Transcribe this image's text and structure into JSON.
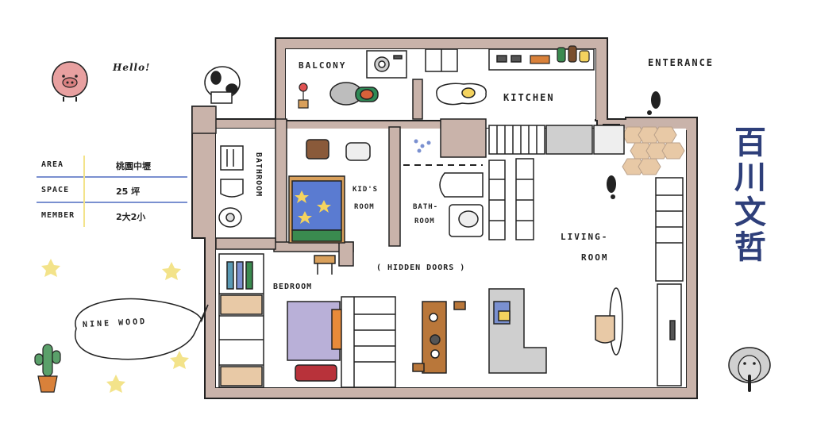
{
  "greeting": "Hello!",
  "info": [
    {
      "key": "AREA",
      "value": "桃園中壢"
    },
    {
      "key": "SPACE",
      "value": "25 坪"
    },
    {
      "key": "MEMBER",
      "value": "2大2小"
    }
  ],
  "bubble": "NINE WOOD",
  "rooms": {
    "balcony": "BALCONY",
    "kitchen": "KITCHEN",
    "entrance": "ENTERANCE",
    "bathroom_left": "BATHROOM",
    "kids_room": [
      "KID'S",
      "ROOM"
    ],
    "bathroom_right": [
      "BATH-",
      "ROOM"
    ],
    "hidden_doors": "( HIDDEN DOORS )",
    "bedroom": "BEDROOM",
    "living_room": [
      "LIVING-",
      "ROOM"
    ]
  },
  "brand_title": [
    "百",
    "川",
    "文",
    "哲"
  ],
  "icons": [
    "pig-icon",
    "cow-icon",
    "cactus-icon",
    "elephant-icon",
    "dog-icon",
    "stove-icon",
    "washer-icon",
    "toilet-icon",
    "bed-icon",
    "sofa-icon",
    "footprint-icon",
    "star-icon"
  ],
  "colors": {
    "wall": "#c9b3aa",
    "outline": "#222222",
    "accent_blue": "#2e3f7a",
    "rule_blue": "#7a90d0",
    "star_yellow": "#f3e38a",
    "pig_pink": "#e8a0a0",
    "tile": "#e8c9a6"
  }
}
